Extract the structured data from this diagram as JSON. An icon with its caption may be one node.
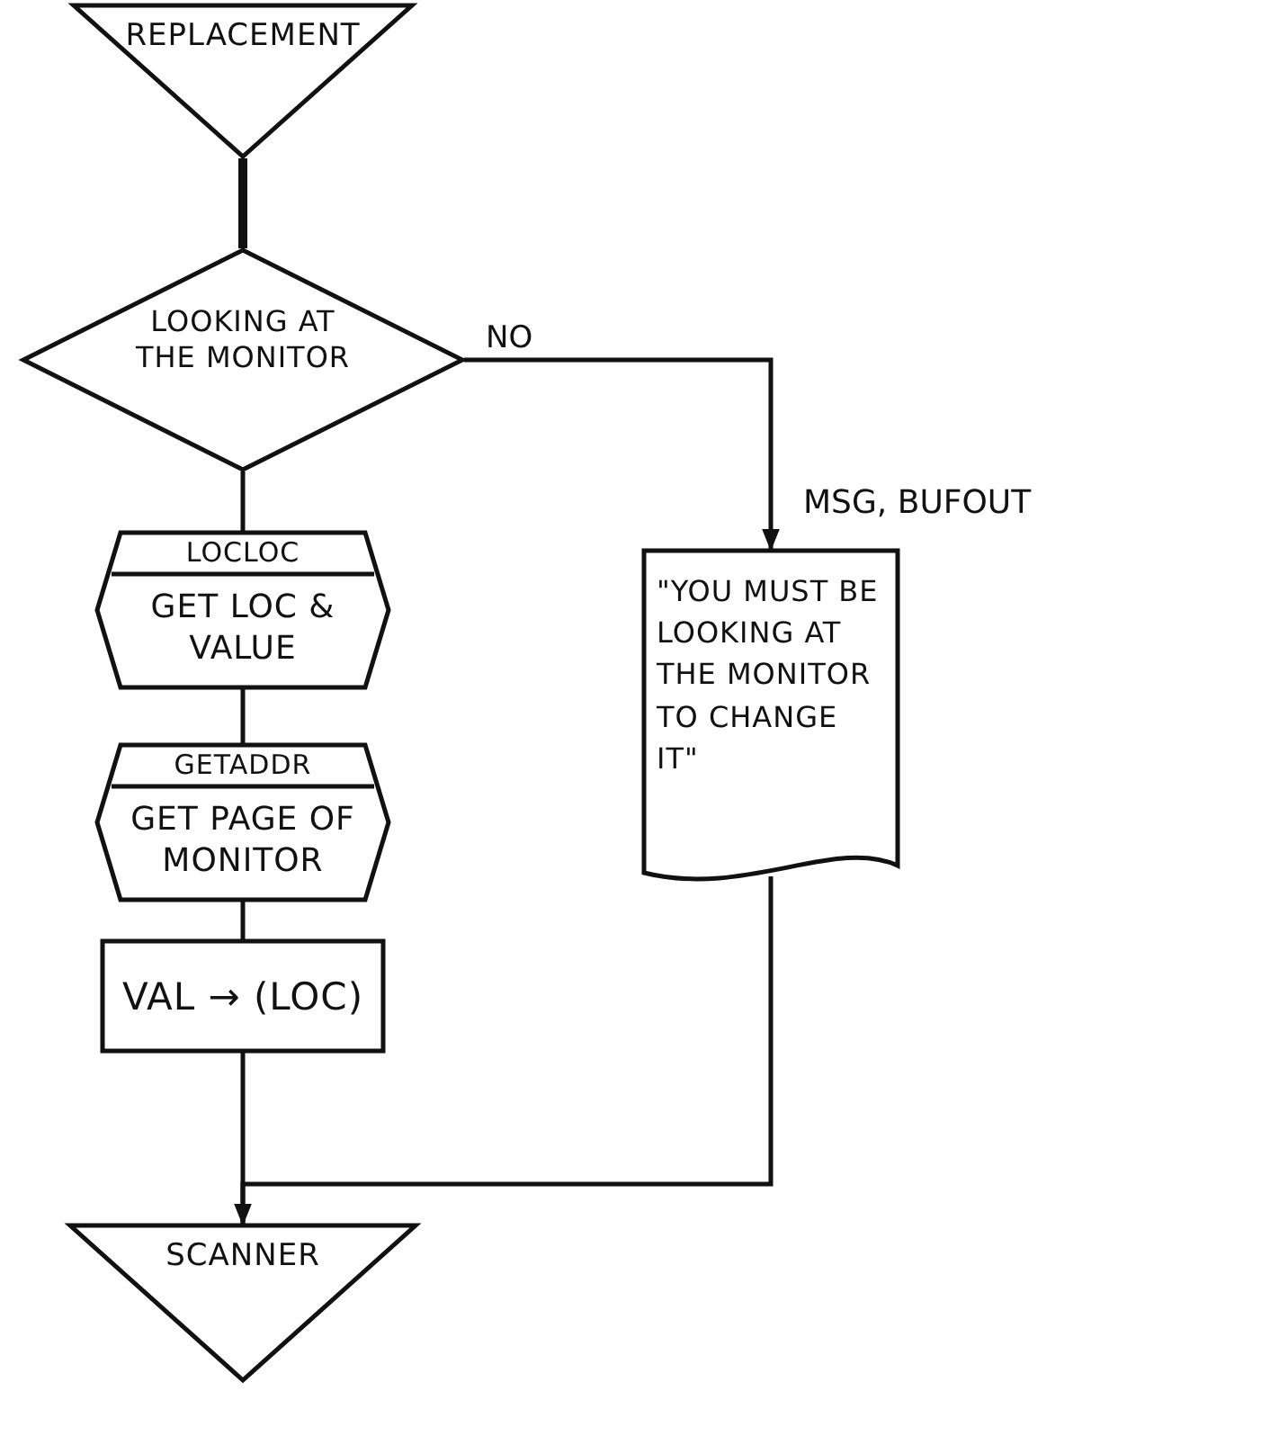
{
  "diagram": {
    "nodes": [
      {
        "text": [
          "REPLACEMENT"
        ]
      },
      {
        "text": [
          "LOOKING AT THE MONITOR"
        ]
      },
      {
        "text": [
          "LOCLOC",
          "GET LOC & VALUE"
        ]
      },
      {
        "text": [
          "GETADDR",
          "GET PAGE OF MONITOR"
        ]
      },
      {
        "text": [
          "VAL → (LOC)"
        ]
      },
      {
        "text": [
          "\"YOU MUST BE LOOKING AT THE MONITOR TO CHANGE IT\""
        ],
        "beside": [
          "MSG, BUFOUT"
        ]
      },
      {
        "text": [
          "SCANNER"
        ]
      }
    ],
    "edges": [
      {
        "from": 0,
        "to": 1,
        "arrow": "none",
        "style": "thick"
      },
      {
        "from": 1,
        "to": 2,
        "arrow": "none"
      },
      {
        "from": 2,
        "to": 3,
        "arrow": "none"
      },
      {
        "from": 3,
        "to": 4,
        "arrow": "none"
      },
      {
        "from": 4,
        "to": 6,
        "arrow": "none"
      },
      {
        "from": 1,
        "to": 5,
        "arrow": "to",
        "label": "NO"
      },
      {
        "from": 5,
        "to": 6,
        "arrow": "to"
      }
    ]
  }
}
